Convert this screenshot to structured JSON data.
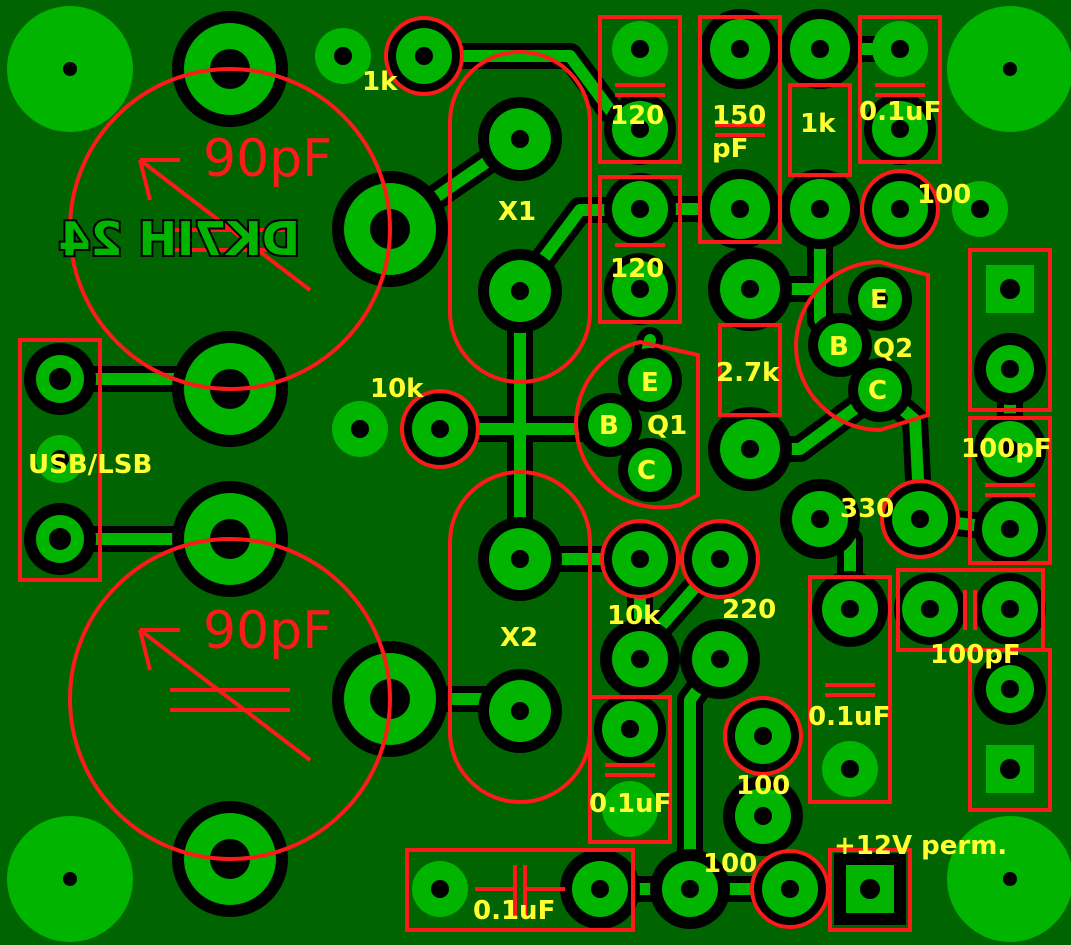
{
  "board": {
    "background": "#006400",
    "copper": "#00b400",
    "mask": "#000000",
    "silk": "#ff1a1a",
    "text": "#ffff33"
  },
  "labels": {
    "r_1k_a": "1k",
    "c_120_a": "120",
    "c_150": "150",
    "c_150_unit": "pF",
    "r_1k_b": "1k",
    "c_01_a": "0.1uF",
    "x1": "X1",
    "r_100_a": "100",
    "c_120_b": "120",
    "q2_e": "E",
    "q2_b": "B",
    "q2": "Q2",
    "q2_c": "C",
    "r_27k": "2.7k",
    "r_10k_a": "10k",
    "q1_e": "E",
    "q1_b": "B",
    "q1": "Q1",
    "q1_c": "C",
    "c_100pf_a": "100pF",
    "usb_lsb": "USB/LSB",
    "r_330": "330",
    "r_10k_b": "10k",
    "r_220": "220",
    "x2": "X2",
    "c_100pf_b": "100pF",
    "c_01_b": "0.1uF",
    "r_100_b": "100",
    "c_01_c": "0.1uF",
    "r_100_c": "100",
    "power": "+12V perm.",
    "c_01_d": "0.1uF",
    "trim_top": "90pF",
    "trim_bottom": "90pF",
    "mirror_text": "DK7IH 24"
  }
}
